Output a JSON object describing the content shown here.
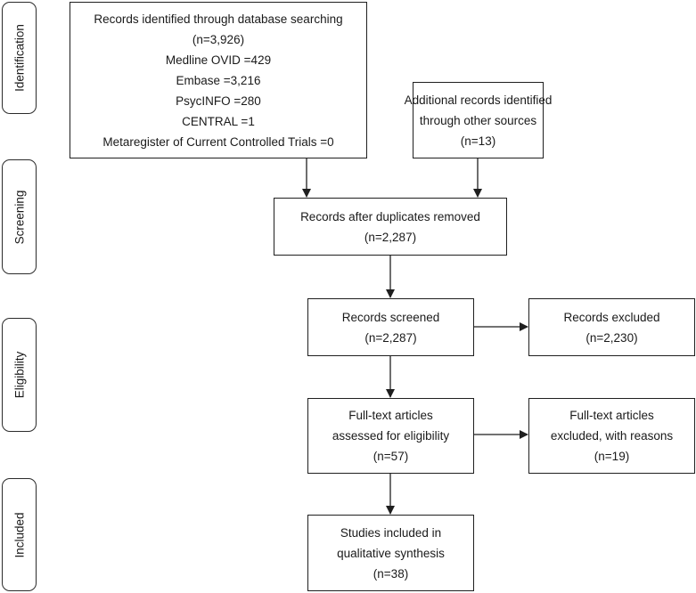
{
  "stages": {
    "identification": "Identification",
    "screening": "Screening",
    "eligibility": "Eligibility",
    "included": "Included"
  },
  "boxes": {
    "database_search": {
      "lines": [
        "Records identified through database searching",
        "(n=3,926)",
        "Medline OVID =429",
        "Embase =3,216",
        "PsycINFO =280",
        "CENTRAL =1",
        "Metaregister of Current Controlled Trials =0"
      ]
    },
    "other_sources": {
      "lines": [
        "Additional records identified",
        "through other sources",
        "(n=13)"
      ]
    },
    "duplicates_removed": {
      "lines": [
        "Records after duplicates removed",
        "(n=2,287)"
      ]
    },
    "screened": {
      "lines": [
        "Records screened",
        "(n=2,287)"
      ]
    },
    "excluded": {
      "lines": [
        "Records excluded",
        "(n=2,230)"
      ]
    },
    "fulltext_assessed": {
      "lines": [
        "Full-text articles",
        "assessed for eligibility",
        "(n=57)"
      ]
    },
    "fulltext_excluded": {
      "lines": [
        "Full-text articles",
        "excluded, with reasons",
        "(n=19)"
      ]
    },
    "included": {
      "lines": [
        "Studies included in",
        "qualitative synthesis",
        "(n=38)"
      ]
    }
  },
  "colors": {
    "stroke": "#1f1f1f"
  }
}
